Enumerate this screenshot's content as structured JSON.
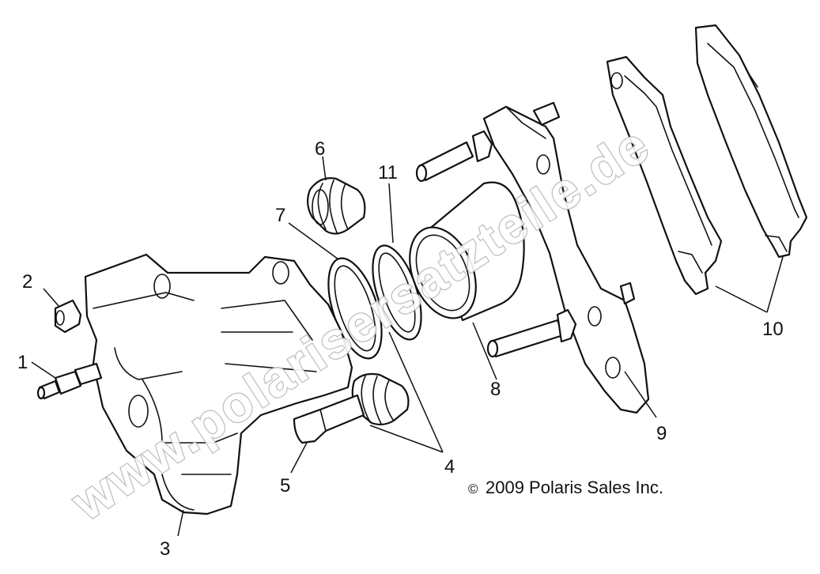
{
  "callouts": [
    {
      "id": "1",
      "label": "1"
    },
    {
      "id": "2",
      "label": "2"
    },
    {
      "id": "3",
      "label": "3"
    },
    {
      "id": "4",
      "label": "4"
    },
    {
      "id": "5",
      "label": "5"
    },
    {
      "id": "6",
      "label": "6"
    },
    {
      "id": "7",
      "label": "7"
    },
    {
      "id": "8",
      "label": "8"
    },
    {
      "id": "9",
      "label": "9"
    },
    {
      "id": "10",
      "label": "10"
    },
    {
      "id": "11",
      "label": "11"
    }
  ],
  "copyright": "2009 Polaris Sales Inc.",
  "copyright_symbol": "©",
  "watermark": "www.polarisersatzteile.de",
  "colors": {
    "line": "#111111",
    "background": "#ffffff",
    "watermark_outline": "#b8b8b8"
  }
}
